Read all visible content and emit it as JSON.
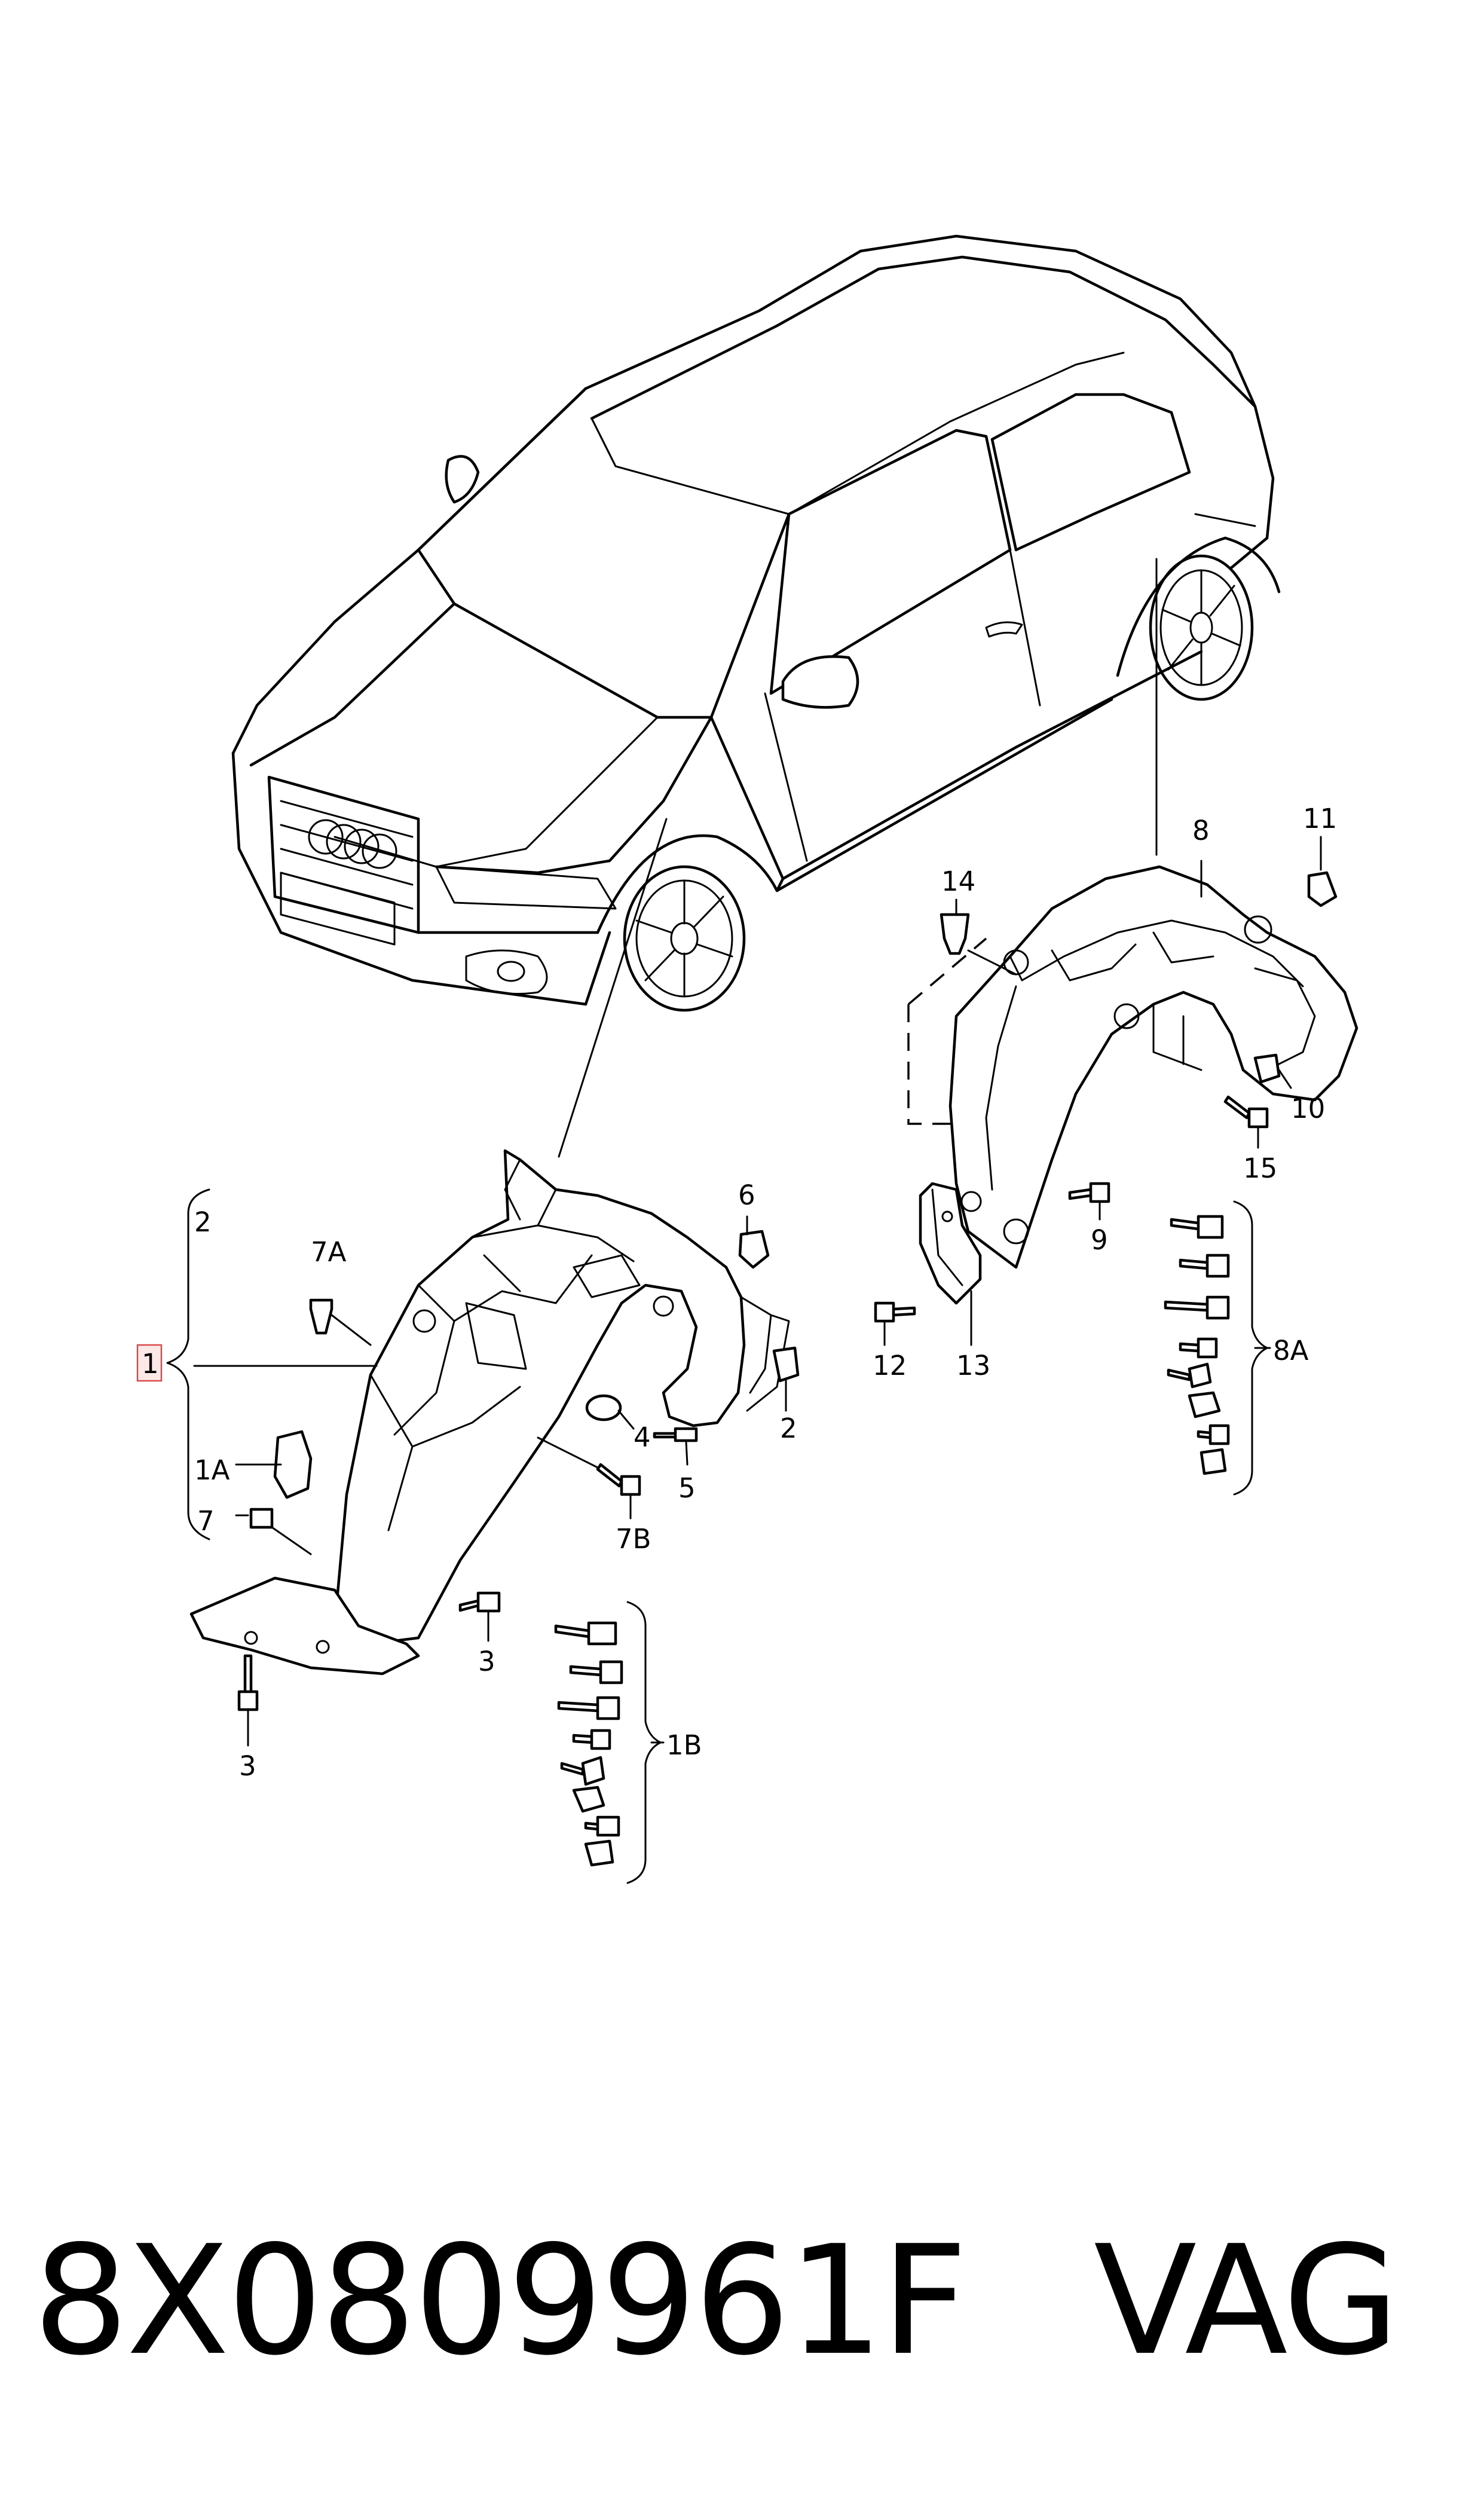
{
  "callouts": {
    "c1": "1",
    "c1A": "1A",
    "c1B": "1B",
    "c2a": "2",
    "c2b": "2",
    "c3a": "3",
    "c3b": "3",
    "c4": "4",
    "c5": "5",
    "c6": "6",
    "c7": "7",
    "c7A": "7A",
    "c7B": "7B",
    "c8": "8",
    "c8A": "8A",
    "c9": "9",
    "c10": "10",
    "c11": "11",
    "c12": "12",
    "c13": "13",
    "c14": "14",
    "c15": "15"
  },
  "footer": {
    "part_number": "8X0809961F",
    "brand": "VAG"
  }
}
